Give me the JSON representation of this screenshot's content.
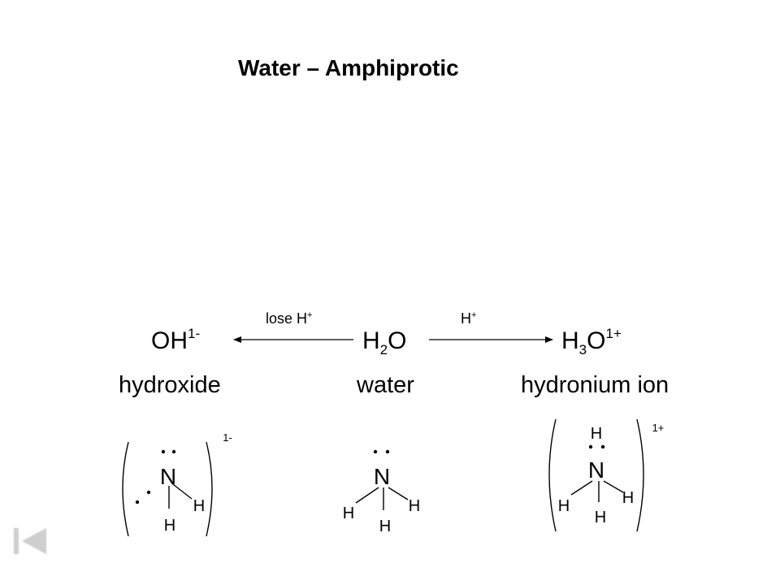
{
  "title": "Water – Amphiprotic",
  "species": {
    "hydroxide": {
      "base": "OH",
      "charge": "1-",
      "name": "hydroxide"
    },
    "water": {
      "h": "H",
      "sub": "2",
      "o": "O",
      "name": "water"
    },
    "hydronium": {
      "h": "H",
      "sub": "3",
      "o": "O",
      "charge": "1+",
      "name": "hydronium ion"
    }
  },
  "arrows": {
    "left_label": "lose H",
    "left_label_sup": "+",
    "right_label": "H",
    "right_label_sup": "+"
  },
  "lewis": {
    "hydroxide": {
      "center": "N",
      "h1": "H",
      "h2": "H",
      "charge": "1-"
    },
    "water": {
      "center": "N",
      "h1": "H",
      "h2": "H",
      "h3": "H"
    },
    "hydronium": {
      "center": "N",
      "h_top": "H",
      "h_left": "H",
      "h_bottom": "H",
      "h_right": "H",
      "charge": "1+"
    }
  },
  "nav": {
    "icon": "first-slide-icon"
  }
}
